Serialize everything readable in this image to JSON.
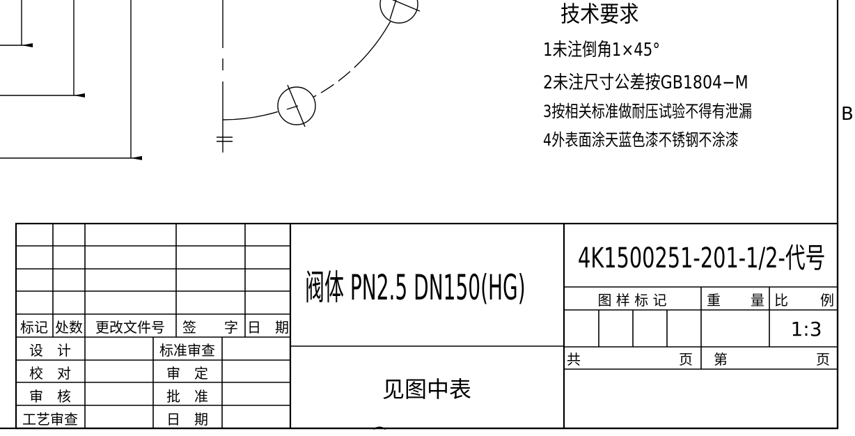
{
  "drawing": {
    "border_letter": "B",
    "small_mark": "⌒"
  },
  "tech_requirements": {
    "title": "技术要求",
    "items": [
      "1未注倒角1×45°",
      "2未注尺寸公差按GB1804−M",
      "3按相关标准做耐压试验不得有泄漏",
      "4外表面涂天蓝色漆不锈钢不涂漆"
    ]
  },
  "revision_table": {
    "headers": [
      "标记",
      "处数",
      "更改文件号",
      "签　　字",
      "日　期"
    ]
  },
  "approval_table": {
    "rows": [
      {
        "left": "设　计",
        "right": "标准审查"
      },
      {
        "left": "校　对",
        "right": "审　定"
      },
      {
        "left": "审　核",
        "right": "批　准"
      },
      {
        "left": "工艺审查",
        "right": "日　期"
      }
    ]
  },
  "title_block": {
    "part_name": "阀体 PN2.5   DN150(HG)",
    "material": "见图中表",
    "drawing_number": "4K1500251-201-1/2-代号",
    "sample_mark_label": "图 样 标 记",
    "weight_label_a": "重",
    "weight_label_b": "量",
    "scale_label_a": "比",
    "scale_label_b": "例",
    "scale_value": "1:3",
    "total_label": "共",
    "page_label": "页",
    "sheet_label": "第",
    "sheet_page_label": "页"
  }
}
